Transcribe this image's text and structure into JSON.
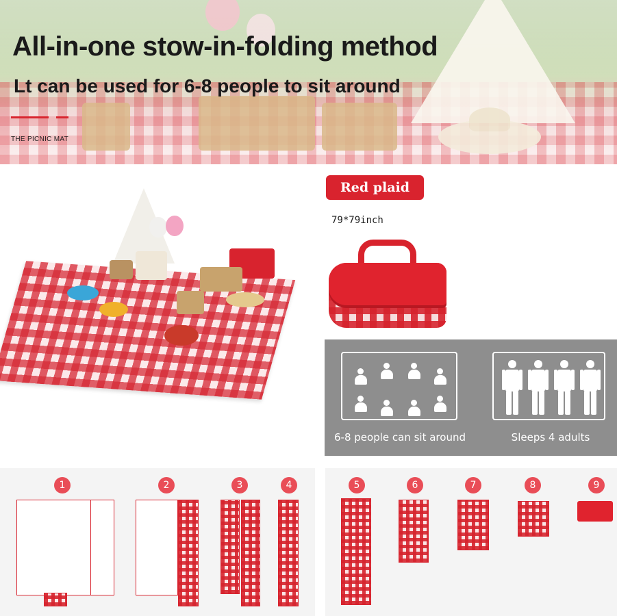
{
  "banner": {
    "headline": "All-in-one stow-in-folding method",
    "subline": "Lt can be used for 6-8 people to sit around",
    "tagline": "THE PICNIC MAT"
  },
  "product": {
    "color_badge": "Red plaid",
    "size": "79*79inch",
    "accent_color": "#d9232e"
  },
  "capacity": {
    "sit_label": "6-8 people can sit around",
    "sleep_label": "Sleeps 4 adults",
    "sit_icon": "sitting-person-icon",
    "sleep_icon": "standing-person-icon"
  },
  "steps": [
    "1",
    "2",
    "3",
    "4",
    "5",
    "6",
    "7",
    "8",
    "9"
  ]
}
